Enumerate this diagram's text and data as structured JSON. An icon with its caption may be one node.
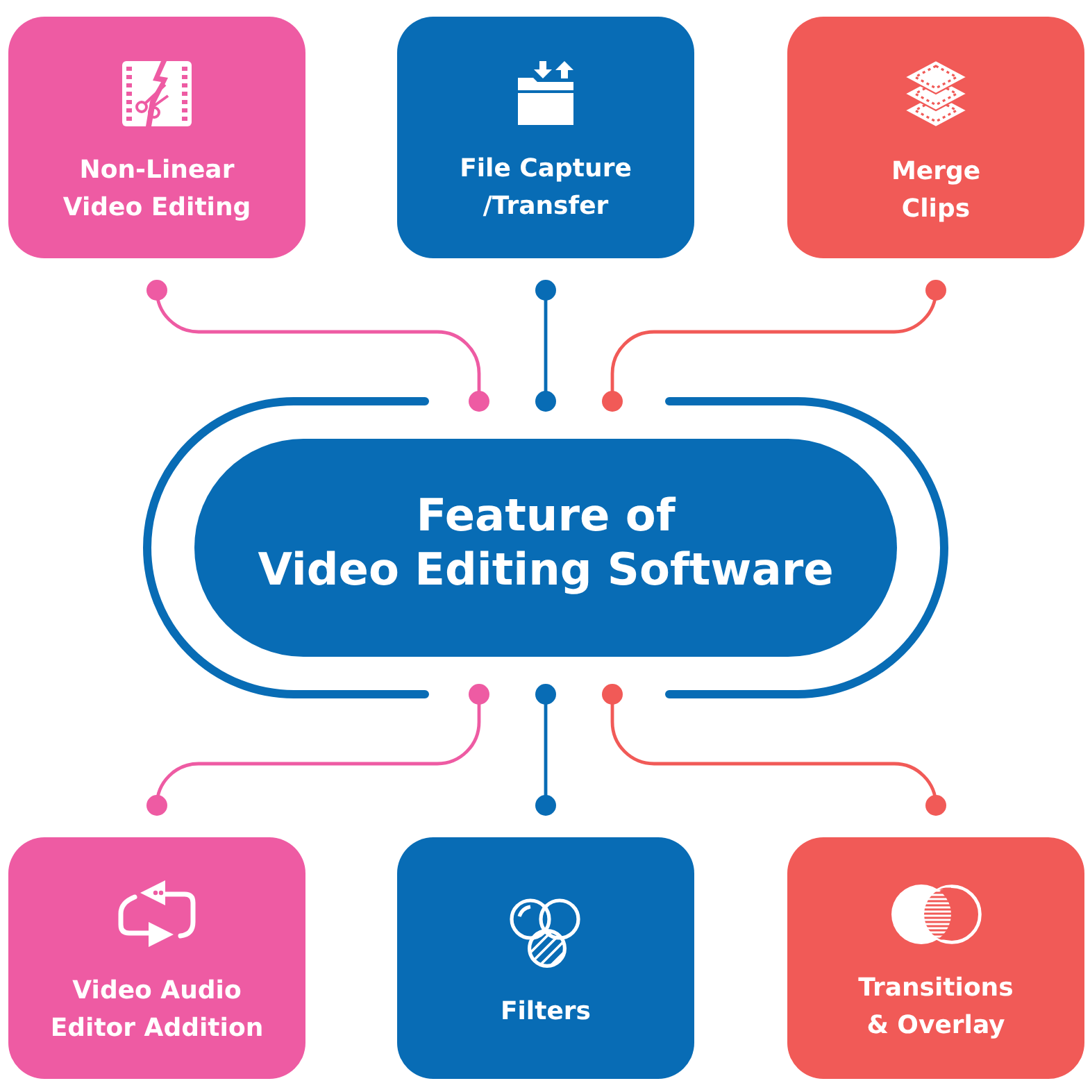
{
  "diagram": {
    "nodes": [
      {
        "text": [
          "Non-Linear Video Editing"
        ]
      },
      {
        "text": [
          "File Capture /Transfer"
        ]
      },
      {
        "text": [
          "Merge Clips"
        ]
      },
      {
        "text": [
          "Feature of Video Editing Software"
        ]
      },
      {
        "text": [
          "Video Audio Editor Addition"
        ]
      },
      {
        "text": [
          "Filters"
        ]
      },
      {
        "text": [
          "Transitions & Overlay"
        ]
      }
    ],
    "edges": [
      {
        "from": 3,
        "to": 0,
        "arrow": "other",
        "color": "#ee5ba3"
      },
      {
        "from": 3,
        "to": 1,
        "arrow": "other",
        "color": "#086cb5"
      },
      {
        "from": 3,
        "to": 2,
        "arrow": "other",
        "color": "#f15a57"
      },
      {
        "from": 3,
        "to": 4,
        "arrow": "other",
        "color": "#ee5ba3"
      },
      {
        "from": 3,
        "to": 5,
        "arrow": "other",
        "color": "#086cb5"
      },
      {
        "from": 3,
        "to": 6,
        "arrow": "other",
        "color": "#f15a57"
      }
    ]
  }
}
